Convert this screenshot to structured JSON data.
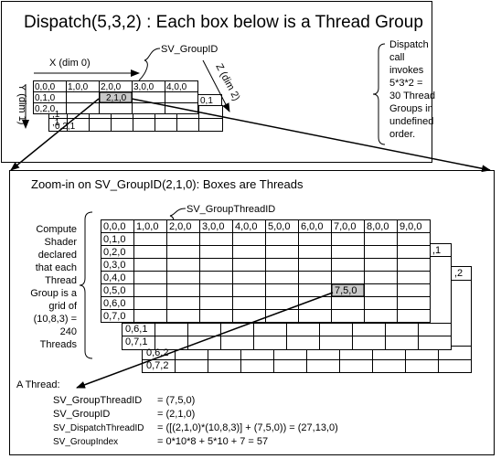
{
  "title": "Dispatch(5,3,2) : Each box below is a Thread Group",
  "group_grid": {
    "label_sv_groupid": "SV_GroupID",
    "label_x": "X (dim 0)",
    "label_y": "Y (dim 1)",
    "label_z": "Z (dim 2)",
    "top_row": [
      "0,0,0",
      "1,0,0",
      "2,0,0",
      "3,0,0",
      "4,0,0"
    ],
    "left_col": [
      "0,1,0",
      "0,2,0"
    ],
    "highlight": "2,1,0",
    "back_labels": [
      "0,1",
      ",1",
      ",1",
      "0,2,1"
    ]
  },
  "dispatch_note": [
    "Dispatch",
    "call",
    "invokes",
    "5*3*2 =",
    "30 Thread",
    "Groups in",
    "undefined",
    "order."
  ],
  "zoom": {
    "title": "Zoom-in on SV_GroupID(2,1,0): Boxes are Threads",
    "label_sv_groupthreadid": "SV_GroupThreadID",
    "top_row": [
      "0,0,0",
      "1,0,0",
      "2,0,0",
      "3,0,0",
      "4,0,0",
      "5,0,0",
      "6,0,0",
      "7,0,0",
      "8,0,0",
      "9,0,0"
    ],
    "left_col": [
      "0,1,0",
      "0,2,0",
      "0,3,0",
      "0,4,0",
      "0,5,0",
      "0,6,0",
      "0,7,0"
    ],
    "highlight": "7,5,0",
    "back_labels": [
      "0,6,1",
      "0,7,1",
      "0,6,2",
      "0,7,2",
      ",1",
      ",2"
    ]
  },
  "shader_note": [
    "Compute",
    "Shader",
    "declared",
    "that each",
    "Thread",
    "Group is a",
    "grid of",
    "(10,8,3) =",
    "240",
    "Threads"
  ],
  "thread": {
    "heading": "A Thread:",
    "rows": [
      {
        "name": "SV_GroupThreadID",
        "value": "= (7,5,0)"
      },
      {
        "name": "SV_GroupID",
        "value": "= (2,1,0)"
      },
      {
        "name": "SV_DispatchThreadID",
        "value": "= ([(2,1,0)*(10,8,3)] + (7,5,0)) = (27,13,0)"
      },
      {
        "name": "SV_GroupIndex",
        "value": "= 0*10*8 + 5*10 + 7 = 57"
      }
    ]
  }
}
